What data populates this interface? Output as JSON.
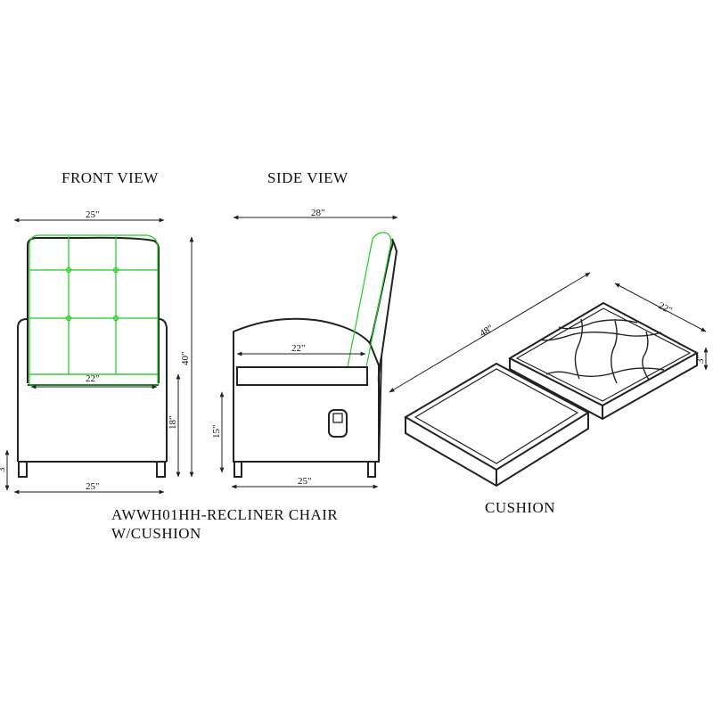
{
  "labels": {
    "front_view": "FRONT  VIEW",
    "side_view": "SIDE  VIEW",
    "cushion": "CUSHION",
    "product_line1": "AWWH01HH-RECLINER  CHAIR",
    "product_line2": "W/CUSHION"
  },
  "dimensions": {
    "front_top_width": "25\"",
    "front_height": "40\"",
    "front_seat_width": "22\"",
    "front_seat_height": "18\"",
    "front_leg_height": "3\"",
    "front_base_width": "25\"",
    "side_depth": "28\"",
    "side_seat_depth": "22\"",
    "side_seat_height": "15\"",
    "side_base_width": "25\"",
    "cushion_length": "48\"",
    "cushion_width": "22\"",
    "cushion_thickness": "3\""
  },
  "colors": {
    "outline": "#222222",
    "cushion_outline": "#22cc22"
  }
}
